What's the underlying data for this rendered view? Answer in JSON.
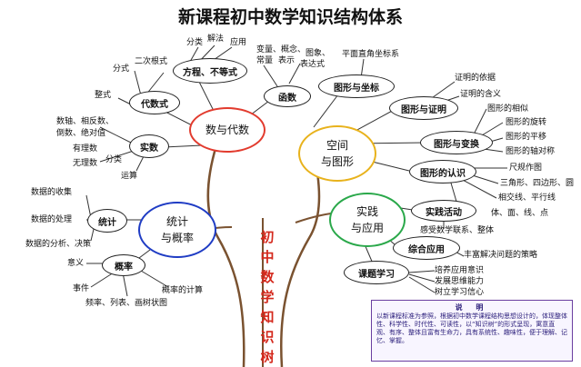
{
  "title": "新课程初中数学知识结构体系",
  "tree_label": "初中数学知识树",
  "main_nodes": {
    "algebra": [
      "数与代数"
    ],
    "space": [
      "空间",
      "与图形"
    ],
    "stats": [
      "统计",
      "与概率"
    ],
    "practice": [
      "实践",
      "与应用"
    ]
  },
  "sub_nodes": {
    "equations": "方程、不等式",
    "function": "函数",
    "algebraic_expr": "代数式",
    "real_numbers": "实数",
    "figure_coords": "图形与坐标",
    "figure_proof": "图形与证明",
    "figure_transform": "图形与变换",
    "figure_knowledge": "图形的认识",
    "practice_activity": "实践活动",
    "comprehensive_app": "综合应用",
    "project_study": "课题学习",
    "statistics": "统计",
    "probability": "概率"
  },
  "leaves": {
    "eq_classify": "分类",
    "eq_solve": "解法",
    "eq_apply": "应用",
    "fn_variable": "变量、概念、",
    "fn_constant": "常量",
    "fn_represent": "表示",
    "fn_image": "图象、",
    "fn_expression": "表达式",
    "alg_classify": "分式",
    "alg_radical": "二次根式",
    "alg_integral": "整式",
    "real_axis": "数轴、相反数、",
    "real_reciprocal": "倒数、绝对值",
    "real_rational": "有理数",
    "real_irrational": "无理数",
    "real_classify": "分类",
    "real_operation": "运算",
    "coord_system": "平面直角坐标系",
    "proof_basis": "证明的依据",
    "proof_meaning": "证明的含义",
    "trans_similar": "图形的相似",
    "trans_rotate": "图形的旋转",
    "trans_translate": "图形的平移",
    "trans_symmetry": "图形的轴对称",
    "know_ruler": "尺规作图",
    "know_polygon": "三角形、四边形、圆",
    "know_lines": "相交线、平行线",
    "know_solid": "体、面、线、点",
    "prac_feel": "感受数学联系、整体",
    "prac_strategy": "丰富解决问题的策略",
    "prac_awareness": "培养应用意识",
    "prac_thinking": "发展思维能力",
    "prac_confidence": "树立学习信心",
    "stat_collect": "数据的收集",
    "stat_process": "数据的处理",
    "stat_analysis": "数据的分析、决策",
    "prob_meaning": "意义",
    "prob_event": "事件",
    "prob_calc": "概率的计算",
    "prob_methods": "频率、列表、画树状图"
  },
  "note": {
    "title": "说 明",
    "text": "以新课程标准为参照，根据初中数学课程结构思想设计的，体现整体性、科学性、时代性、可读性，以“知识树”的形式呈现，寓意直观、有序、整体且富有生命力，具有系统性、趣味性，便于理解、记忆、掌握。"
  },
  "colors": {
    "line": "#333333",
    "trunk": "#7a5230",
    "trunk_text": "#d4281c",
    "algebra_ring": "#e23b2e",
    "space_ring": "#e8b21c",
    "stats_ring": "#1f3cc4",
    "practice_ring": "#2aa84a",
    "note_border": "#6a3fa0"
  }
}
